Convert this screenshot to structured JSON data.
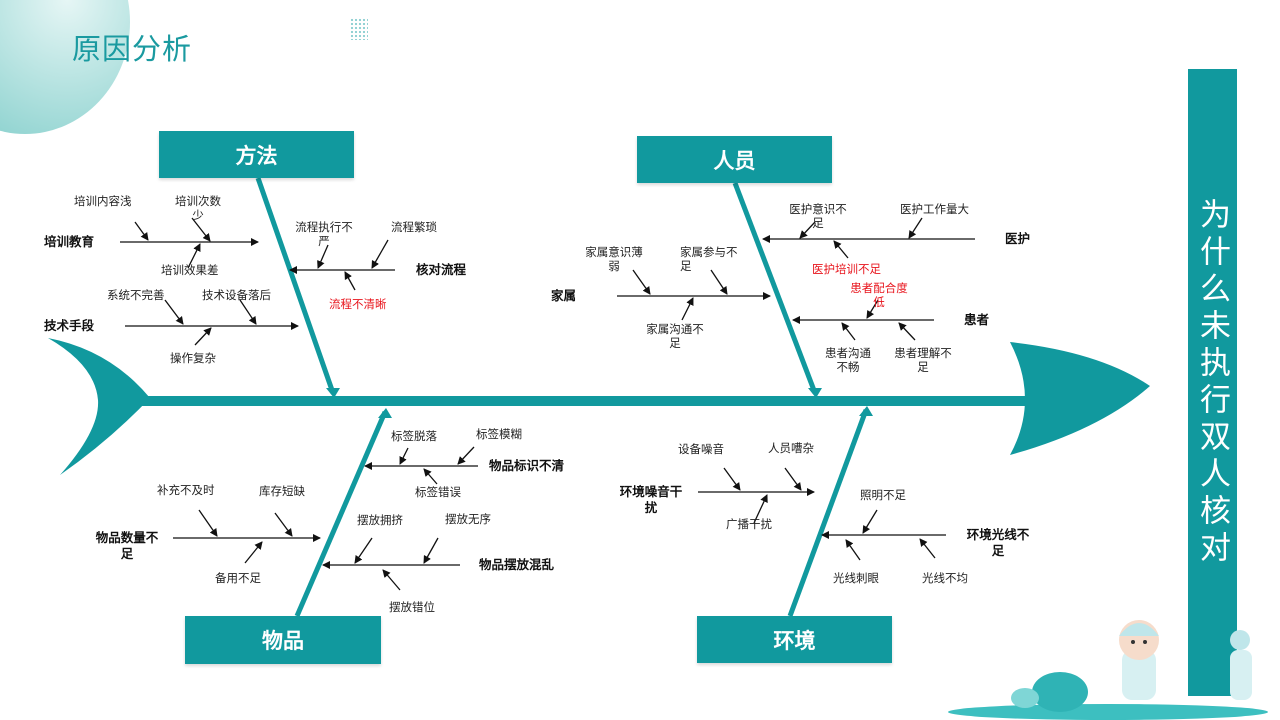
{
  "title": "原因分析",
  "question": "为什么未执行双人核对",
  "colors": {
    "accent": "#11999e",
    "highlight": "#e8141c"
  },
  "categories": {
    "method": {
      "label": "方法",
      "groups": [
        {
          "label": "培训教育",
          "causes": [
            "培训内容浅",
            "培训次数少",
            "培训效果差"
          ]
        },
        {
          "label": "核对流程",
          "causes": [
            "流程执行不严",
            "流程繁琐",
            "流程不清晰"
          ]
        },
        {
          "label": "技术手段",
          "causes": [
            "系统不完善",
            "技术设备落后",
            "操作复杂"
          ]
        }
      ]
    },
    "people": {
      "label": "人员",
      "groups": [
        {
          "label": "医护",
          "causes": [
            "医护意识不足",
            "医护工作量大",
            "医护培训不足"
          ]
        },
        {
          "label": "家属",
          "causes": [
            "家属意识薄弱",
            "家属参与不足",
            "家属沟通不足"
          ]
        },
        {
          "label": "患者",
          "causes": [
            "患者配合度低",
            "患者沟通不畅",
            "患者理解不足"
          ]
        }
      ]
    },
    "materials": {
      "label": "物品",
      "groups": [
        {
          "label": "物品标识不清",
          "causes": [
            "标签脱落",
            "标签模糊",
            "标签错误"
          ]
        },
        {
          "label": "物品数量不足",
          "causes": [
            "补充不及时",
            "库存短缺",
            "备用不足"
          ]
        },
        {
          "label": "物品摆放混乱",
          "causes": [
            "摆放拥挤",
            "摆放无序",
            "摆放错位"
          ]
        }
      ]
    },
    "environment": {
      "label": "环境",
      "groups": [
        {
          "label": "环境噪音干扰",
          "causes": [
            "设备噪音",
            "人员嘈杂",
            "广播干扰"
          ]
        },
        {
          "label": "环境光线不足",
          "causes": [
            "照明不足",
            "光线刺眼",
            "光线不均"
          ]
        }
      ]
    }
  }
}
